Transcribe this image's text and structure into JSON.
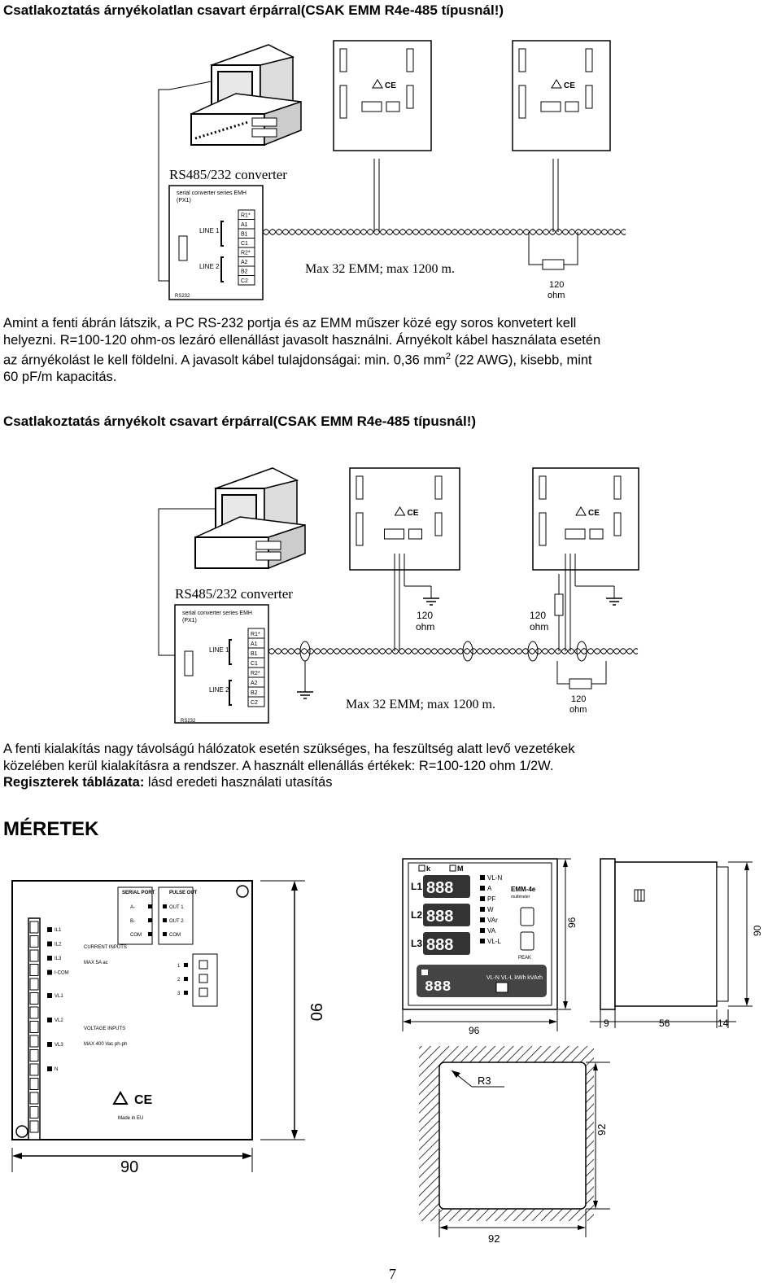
{
  "section1": {
    "title": "Csatlakoztatás árnyékolatlan csavart érpárral(CSAK EMM R4e-485 típusnál!)",
    "diagram": {
      "converter_title": "RS485/232 converter",
      "converter_model": "serial converter series EMH",
      "converter_model2": "(PX1)",
      "line1": "LINE 1",
      "line2": "LINE 2",
      "rs232": "RS232",
      "terminals": [
        "R1*",
        "A1",
        "B1",
        "C1",
        "R2*",
        "A2",
        "B2",
        "C2"
      ],
      "max_note": "Max 32 EMM; max  1200 m.",
      "resistor_value": "120",
      "resistor_unit": "ohm"
    },
    "paragraph_lines": [
      "Amint a fenti ábrán látszik, a PC RS-232 portja és az EMM műszer közé egy soros konvetert kell",
      "helyezni. R=100-120 ohm-os lezáró ellenállást javasolt használni. Árnyékolt kábel használata esetén",
      "az árnyékolást le kell földelni. A javasolt kábel tulajdonságai: min. 0,36 mm",
      "60 pF/m kapacitás."
    ],
    "superscript": "2",
    "line3_tail": " (22 AWG), kisebb, mint"
  },
  "section2": {
    "title": "Csatlakoztatás árnyékolt csavart érpárral(CSAK EMM R4e-485 típusnál!)",
    "diagram": {
      "converter_title": "RS485/232 converter",
      "converter_model": "serial converter series EMH",
      "converter_model2": "(PX1)",
      "line1": "LINE 1",
      "line2": "LINE 2",
      "rs232": "RS232",
      "terminals": [
        "R1*",
        "A1",
        "B1",
        "C1",
        "R2*",
        "A2",
        "B2",
        "C2"
      ],
      "max_note": "Max 32 EMM; max  1200 m.",
      "resistor1_value": "120",
      "resistor1_unit": "ohm",
      "resistor2_value": "120",
      "resistor2_unit": "ohm",
      "resistor3_value": "120",
      "resistor3_unit": "ohm"
    },
    "paragraph_lines": [
      "A fenti kialakítás nagy távolságú hálózatok esetén szükséges, ha feszültség alatt levő vezetékek",
      "közelében kerül kialakításra a rendszer. A használt ellenállás értékek: R=100-120 ohm 1/2W."
    ],
    "registers_bold": "Regiszterek táblázata:",
    "registers_rest": " lásd eredeti használati utasítás"
  },
  "dimensions": {
    "title": "MÉRETEK",
    "rear": {
      "width_label": "90",
      "height_label": "90",
      "serial_port": "SERIAL\nPORT",
      "pulse_out": "PULSE\nOUT",
      "port_labels": [
        "A-",
        "B-",
        "COM"
      ],
      "out_labels": [
        "OUT 1",
        "OUT 2",
        "COM"
      ],
      "current_pins": [
        "IL1",
        "IL2",
        "IL3",
        "I-COM"
      ],
      "voltage_pins": [
        "VL1",
        "VL2",
        "VL3",
        "N"
      ],
      "current_title": "CURRENT\nINPUTS",
      "current_max": "MAX 5A ac",
      "voltage_title": "VOLTAGE\nINPUTS",
      "voltage_max": "MAX 400 Vac ph-ph",
      "dip_labels": [
        "1",
        "2",
        "3"
      ],
      "made_in": "Made in EU"
    },
    "front": {
      "width_label": "96",
      "height_label": "96",
      "rows": [
        "L1",
        "L2",
        "L3"
      ],
      "digits": "888",
      "k_label": "k",
      "m_label": "M",
      "units": [
        "VL-N",
        "A",
        "PF",
        "W",
        "VAr",
        "VA",
        "VL-L"
      ],
      "brand": "EMM-4e",
      "brand_sub": "multimeter",
      "peak": "PEAK",
      "bottom_units": "VL-N  VL-L  kWh kVArh"
    },
    "side": {
      "height_label": "90",
      "dims": [
        "9",
        "56",
        "14"
      ]
    },
    "cutout": {
      "radius_label": "R3",
      "width_label": "92",
      "height_label": "92"
    }
  },
  "page_number": "7"
}
